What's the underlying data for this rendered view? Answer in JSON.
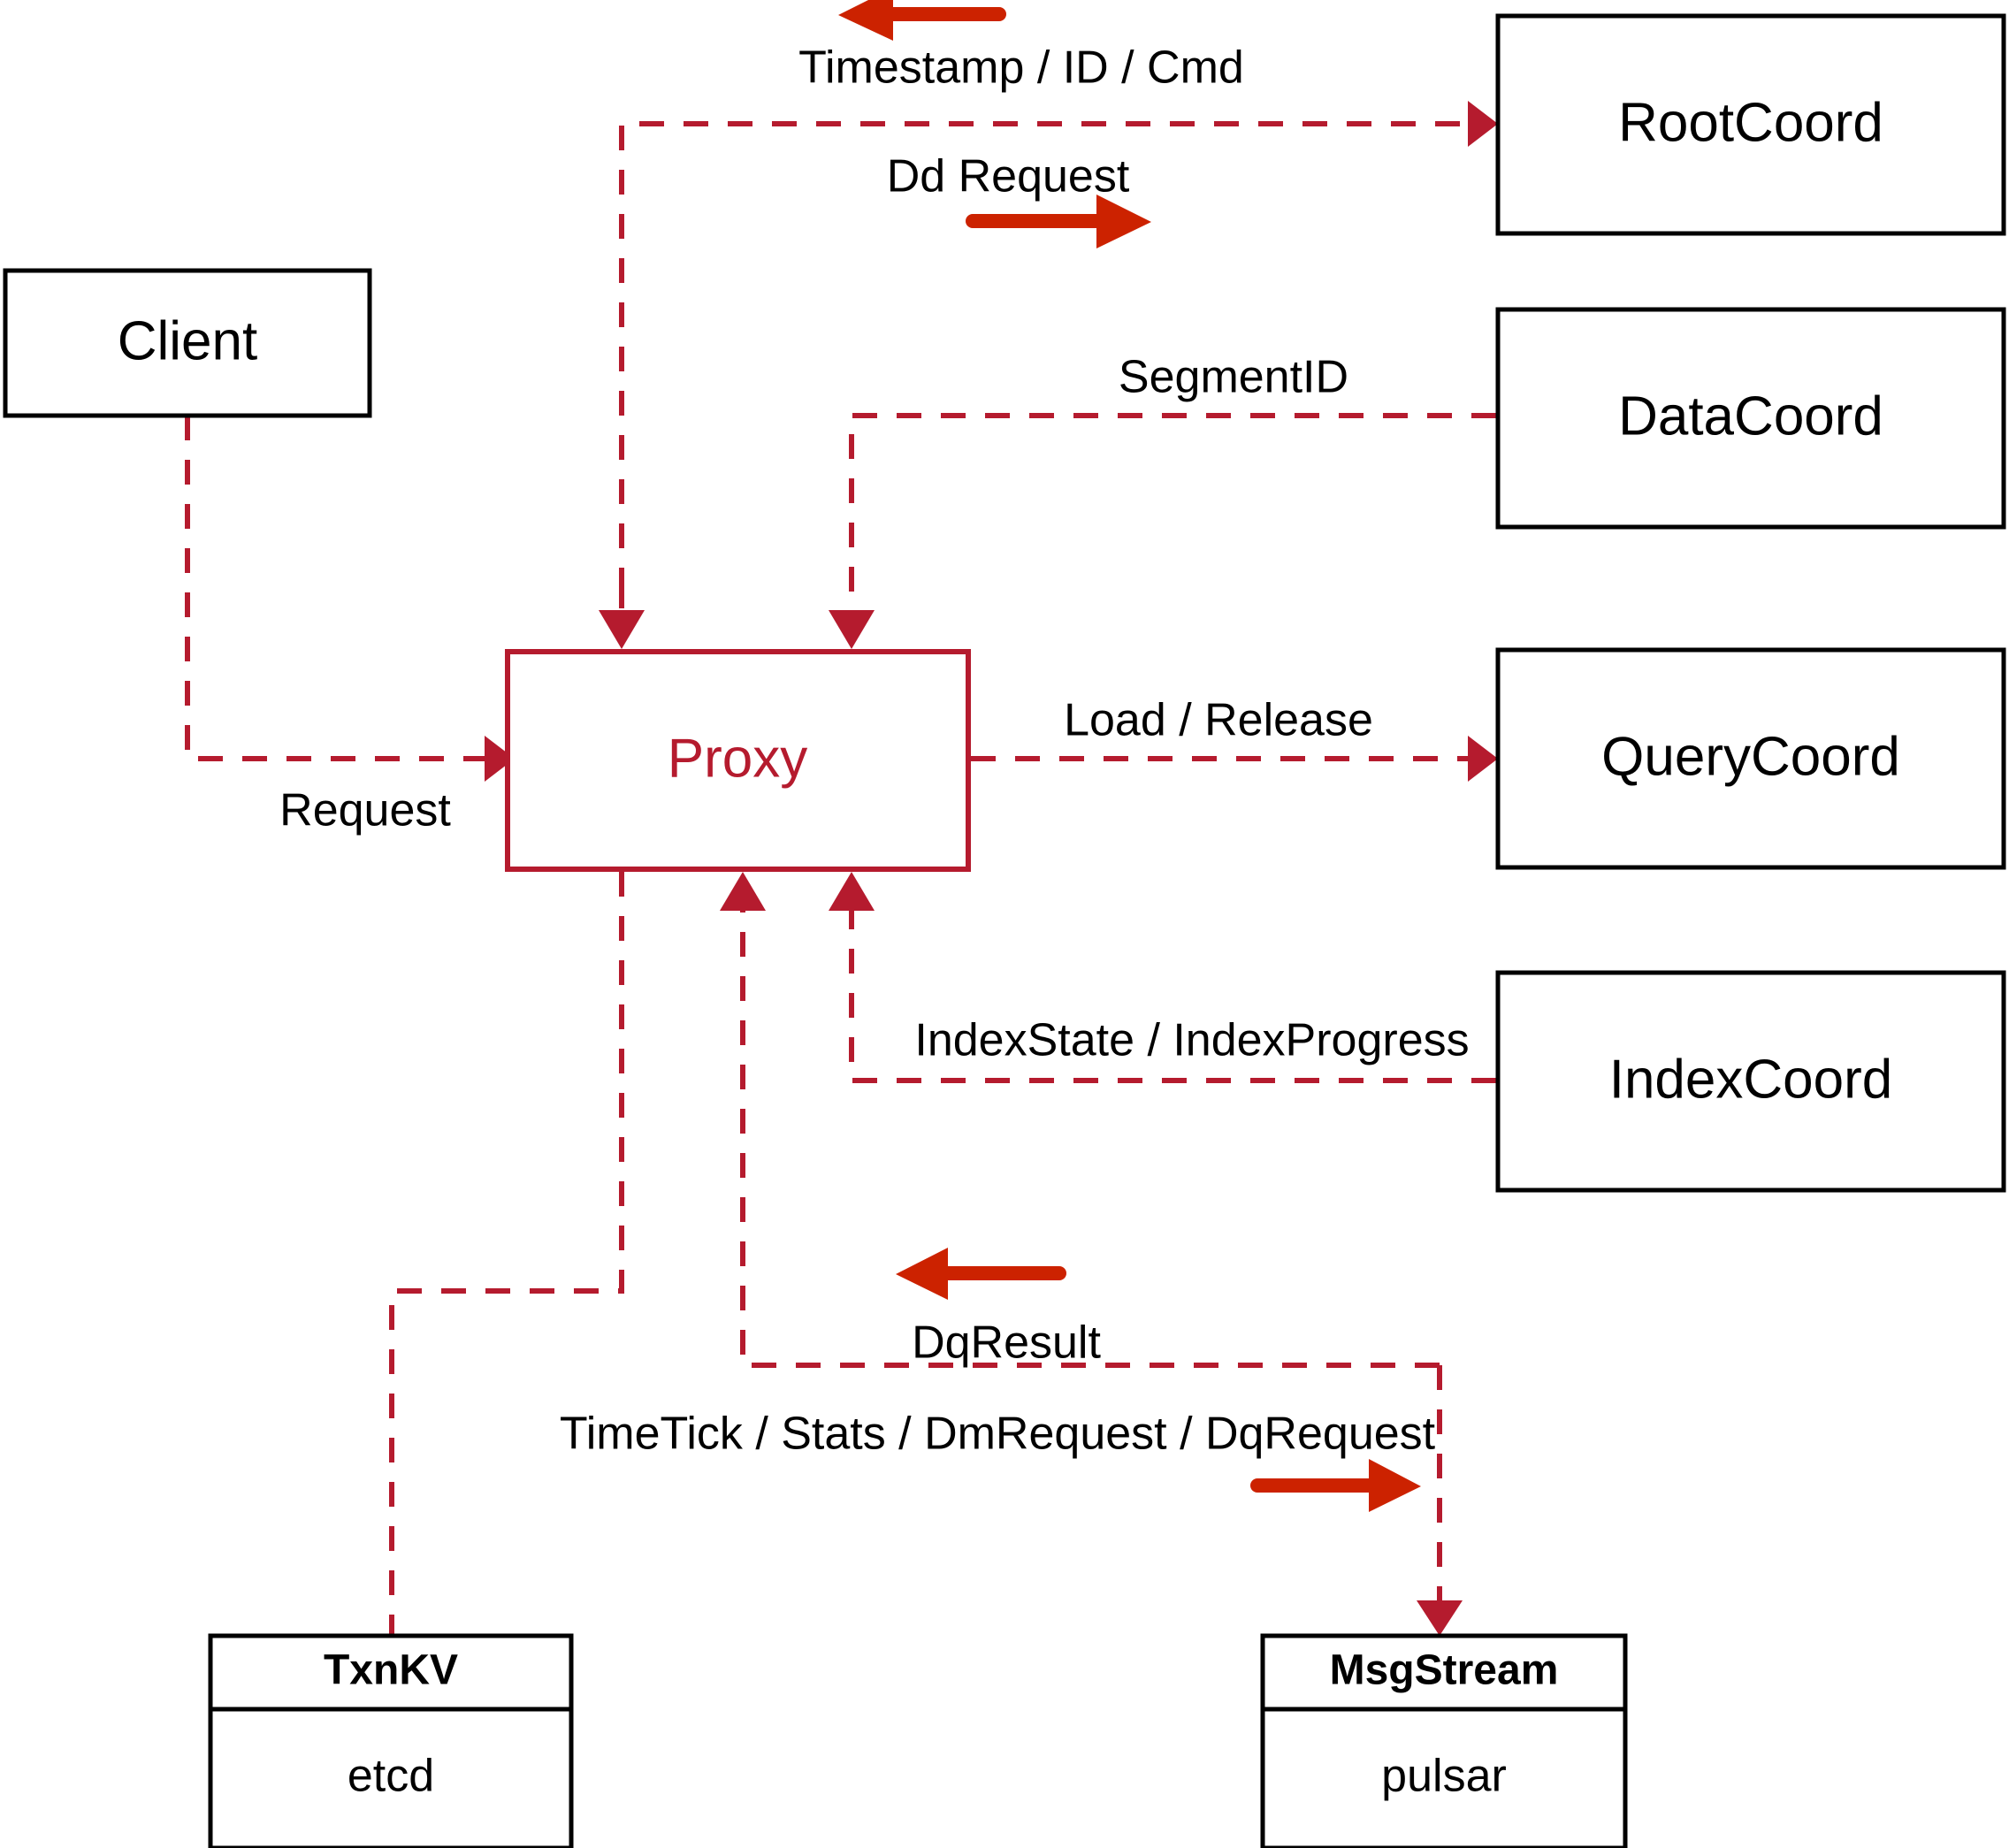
{
  "diagram": {
    "title": "Milvus Proxy interaction diagram",
    "colors": {
      "accent_red": "#b51b2e",
      "arrow_red": "#cc2200",
      "node_border": "#000000",
      "background": "#ffffff"
    },
    "nodes": [
      {
        "id": "client",
        "label": "Client",
        "style": "black-box"
      },
      {
        "id": "proxy",
        "label": "Proxy",
        "style": "red-box"
      },
      {
        "id": "rootcoord",
        "label": "RootCoord",
        "style": "black-box"
      },
      {
        "id": "datacoord",
        "label": "DataCoord",
        "style": "black-box"
      },
      {
        "id": "querycoord",
        "label": "QueryCoord",
        "style": "black-box"
      },
      {
        "id": "indexcoord",
        "label": "IndexCoord",
        "style": "black-box"
      },
      {
        "id": "txnkv",
        "label": "TxnKV",
        "sub": "etcd",
        "style": "black-box-split"
      },
      {
        "id": "msgstream",
        "label": "MsgStream",
        "sub": "pulsar",
        "style": "black-box-split"
      }
    ],
    "edge_labels": {
      "timestamp_id_cmd": "Timestamp / ID / Cmd",
      "dd_request": "Dd Request",
      "segment_id": "SegmentID",
      "request": "Request",
      "load_release": "Load / Release",
      "index_state_progress": "IndexState / IndexProgress",
      "dq_result": "DqResult",
      "timetick_stats": "TimeTick / Stats / DmRequest / DqRequest"
    },
    "edges": [
      {
        "id": "client-proxy",
        "from": "client",
        "to": "proxy",
        "label": "Request",
        "direction": "right"
      },
      {
        "id": "proxy-rootcoord",
        "from": "proxy",
        "to": "rootcoord",
        "label": "Timestamp / ID / Cmd",
        "direction": "left"
      },
      {
        "id": "proxy-rootcoord-2",
        "from": "proxy",
        "to": "rootcoord",
        "label": "Dd Request",
        "direction": "right"
      },
      {
        "id": "datacoord-proxy",
        "from": "datacoord",
        "to": "proxy",
        "label": "SegmentID",
        "direction": "left"
      },
      {
        "id": "proxy-querycoord",
        "from": "proxy",
        "to": "querycoord",
        "label": "Load / Release",
        "direction": "right"
      },
      {
        "id": "indexcoord-proxy",
        "from": "indexcoord",
        "to": "proxy",
        "label": "IndexState / IndexProgress",
        "direction": "left"
      },
      {
        "id": "msgstream-proxy",
        "from": "msgstream",
        "to": "proxy",
        "label": "DqResult",
        "direction": "left"
      },
      {
        "id": "proxy-msgstream",
        "from": "proxy",
        "to": "msgstream",
        "label": "TimeTick / Stats / DmRequest / DqRequest",
        "direction": "right"
      },
      {
        "id": "proxy-txnkv",
        "from": "proxy",
        "to": "txnkv",
        "label": "",
        "direction": "down"
      }
    ]
  }
}
